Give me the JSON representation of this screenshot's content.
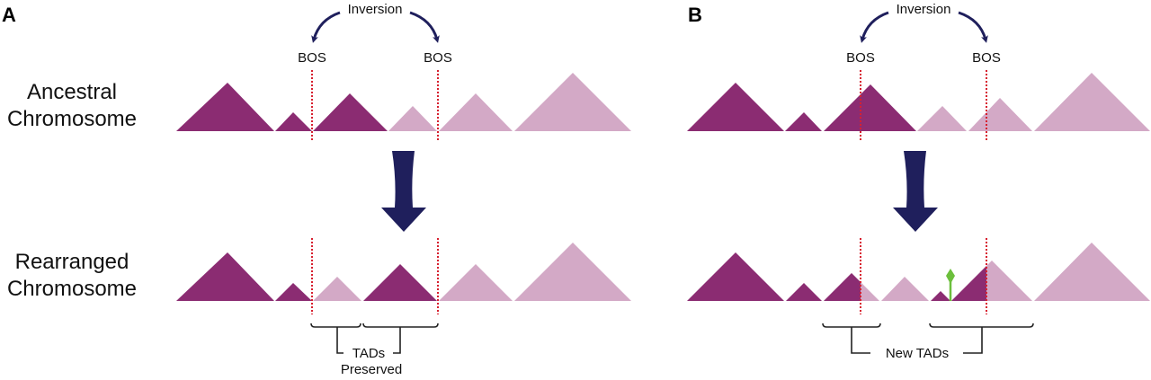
{
  "colors": {
    "dark_tad": "#8b2c72",
    "light_tad": "#d3a9c6",
    "bos_line": "#d7202f",
    "arrow": "#1f1f5c",
    "bracket": "#222222",
    "marker": "#6cbf3c"
  },
  "row_labels": {
    "ancestral": [
      "Ancestral",
      "Chromosome"
    ],
    "rearranged": [
      "Rearranged",
      "Chromosome"
    ]
  },
  "panels": [
    {
      "letter": "A",
      "inversion_label": "Inversion",
      "bos_labels": [
        "BOS",
        "BOS"
      ],
      "bracket_labels": [
        "TADs",
        "Preserved"
      ],
      "ancestral_tads": [
        {
          "shade": "dark"
        },
        {
          "shade": "dark"
        },
        {
          "shade": "dark"
        },
        {
          "shade": "light"
        },
        {
          "shade": "light"
        },
        {
          "shade": "light"
        }
      ],
      "rearranged_tads": [
        {
          "shade": "dark"
        },
        {
          "shade": "dark"
        },
        {
          "shade": "light"
        },
        {
          "shade": "dark"
        },
        {
          "shade": "light"
        },
        {
          "shade": "light"
        }
      ]
    },
    {
      "letter": "B",
      "inversion_label": "Inversion",
      "bos_labels": [
        "BOS",
        "BOS"
      ],
      "bracket_labels": [
        "New TADs"
      ],
      "ancestral_tads": [
        {
          "shade": "dark"
        },
        {
          "shade": "dark"
        },
        {
          "shade": "dark"
        },
        {
          "shade": "light"
        },
        {
          "shade": "light"
        },
        {
          "shade": "light"
        }
      ],
      "rearranged_tads": [
        {
          "shade": "dark"
        },
        {
          "shade": "dark"
        },
        {
          "shade": "dark-light"
        },
        {
          "shade": "light"
        },
        {
          "shade": "dark"
        },
        {
          "shade": "dark-light"
        },
        {
          "shade": "light"
        }
      ]
    }
  ]
}
